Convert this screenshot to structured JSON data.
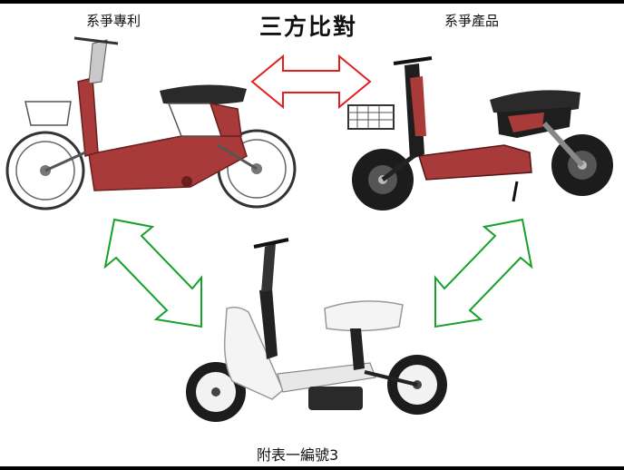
{
  "labels": {
    "left_title": "系爭專利",
    "center_title": "三方比對",
    "right_title": "系爭產品",
    "bottom_caption": "附表一編號3"
  },
  "colors": {
    "red_arrow": "#e41e1e",
    "green_arrow": "#16a12a",
    "scooter_red": "#a83a3a",
    "scooter_dark": "#222222",
    "scooter_white": "#f4f4f4"
  }
}
